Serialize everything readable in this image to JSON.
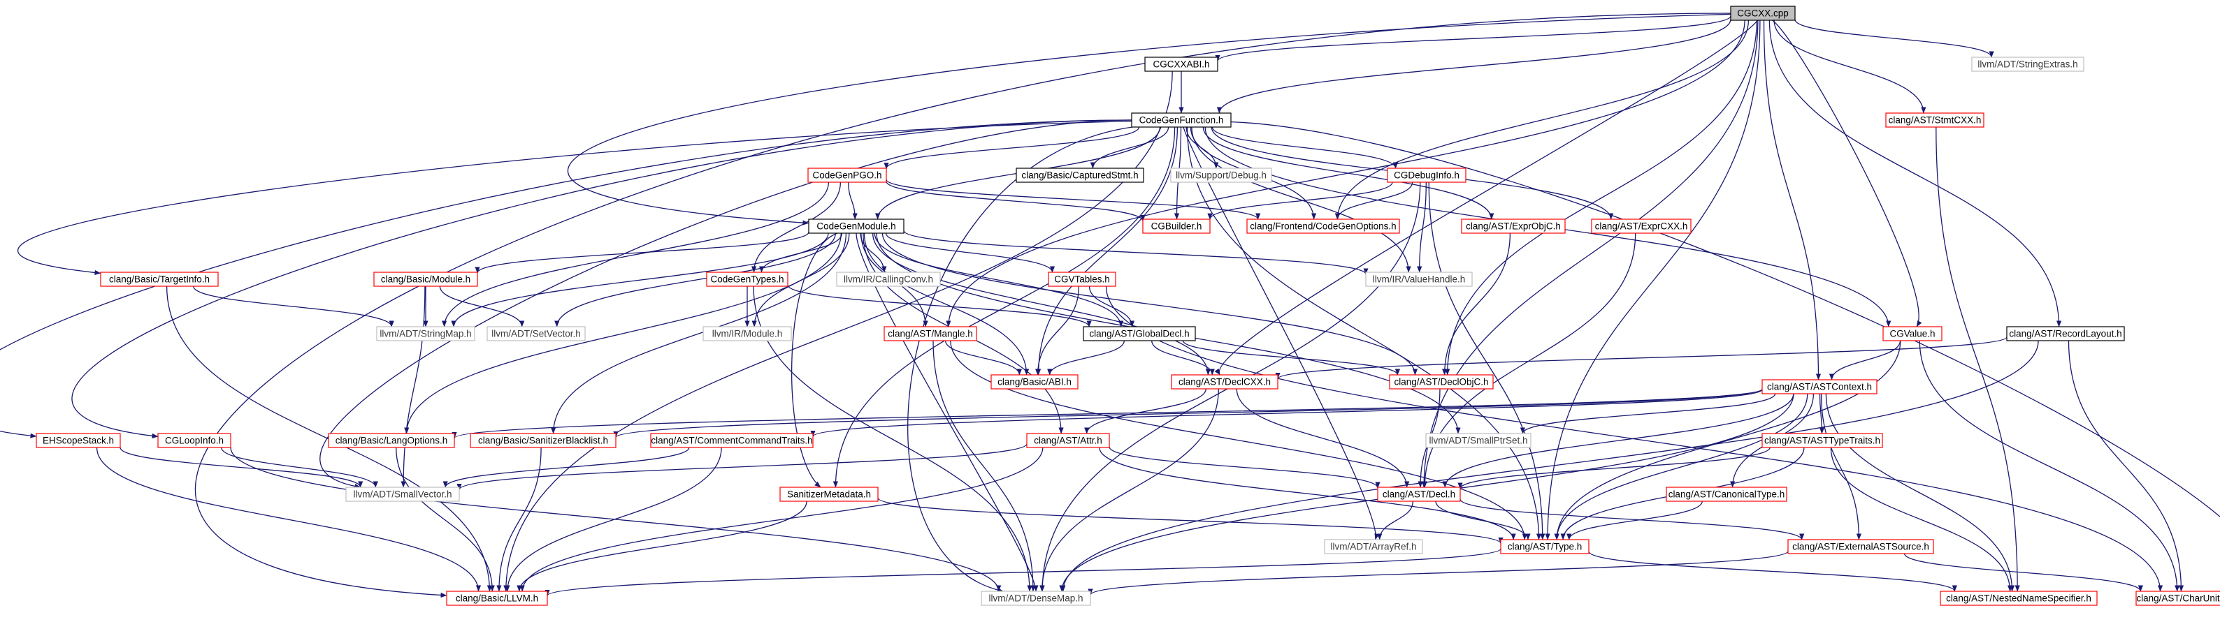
{
  "colors": {
    "edge": "#191970",
    "edge_undocumented": "#8c8c8c",
    "root_fill": "#bfbfbf",
    "border_documented": "#000000",
    "border_undocumented_file": "#ff0000",
    "border_external": "#bfbfbf"
  },
  "nodes": {
    "cgcxx": {
      "label": "CGCXX.cpp",
      "kind": "root"
    },
    "stringextras": {
      "label": "llvm/ADT/StringExtras.h",
      "kind": "external"
    },
    "cgcxxabi": {
      "label": "CGCXXABI.h",
      "kind": "documented"
    },
    "stmtcxx": {
      "label": "clang/AST/StmtCXX.h",
      "kind": "red"
    },
    "codegenfunction": {
      "label": "CodeGenFunction.h",
      "kind": "documented"
    },
    "codegenpgo": {
      "label": "CodeGenPGO.h",
      "kind": "red"
    },
    "capturedstmt": {
      "label": "clang/Basic/CapturedStmt.h",
      "kind": "documented"
    },
    "debug": {
      "label": "llvm/Support/Debug.h",
      "kind": "external"
    },
    "cgdebuginfo": {
      "label": "CGDebugInfo.h",
      "kind": "red"
    },
    "cgbuilder": {
      "label": "CGBuilder.h",
      "kind": "red"
    },
    "codegenoptions": {
      "label": "clang/Frontend/CodeGenOptions.h",
      "kind": "red"
    },
    "exprobjc": {
      "label": "clang/AST/ExprObjC.h",
      "kind": "red"
    },
    "exprcxx": {
      "label": "clang/AST/ExprCXX.h",
      "kind": "red"
    },
    "codegenmodule": {
      "label": "CodeGenModule.h",
      "kind": "documented"
    },
    "targetinfo": {
      "label": "clang/Basic/TargetInfo.h",
      "kind": "red"
    },
    "basicmodule": {
      "label": "clang/Basic/Module.h",
      "kind": "red"
    },
    "codegentypes": {
      "label": "CodeGenTypes.h",
      "kind": "red"
    },
    "callingconv": {
      "label": "llvm/IR/CallingConv.h",
      "kind": "external"
    },
    "cgvtables": {
      "label": "CGVTables.h",
      "kind": "red"
    },
    "valuehandle": {
      "label": "llvm/IR/ValueHandle.h",
      "kind": "external"
    },
    "cgvalue": {
      "label": "CGValue.h",
      "kind": "red"
    },
    "recordlayout": {
      "label": "clang/AST/RecordLayout.h",
      "kind": "documented"
    },
    "stringmap": {
      "label": "llvm/ADT/StringMap.h",
      "kind": "external"
    },
    "setvector": {
      "label": "llvm/ADT/SetVector.h",
      "kind": "external"
    },
    "irmodule": {
      "label": "llvm/IR/Module.h",
      "kind": "external"
    },
    "globaldecl": {
      "label": "clang/AST/GlobalDecl.h",
      "kind": "documented"
    },
    "mangle": {
      "label": "clang/AST/Mangle.h",
      "kind": "red"
    },
    "abi": {
      "label": "clang/Basic/ABI.h",
      "kind": "red"
    },
    "declcxx": {
      "label": "clang/AST/DeclCXX.h",
      "kind": "red"
    },
    "declobjc": {
      "label": "clang/AST/DeclObjC.h",
      "kind": "red"
    },
    "astcontext": {
      "label": "clang/AST/ASTContext.h",
      "kind": "red"
    },
    "ehscopestack": {
      "label": "EHScopeStack.h",
      "kind": "red"
    },
    "cglooinfo": {
      "label": "CGLoopInfo.h",
      "kind": "red"
    },
    "langoptions": {
      "label": "clang/Basic/LangOptions.h",
      "kind": "red"
    },
    "sanitizerblacklist": {
      "label": "clang/Basic/SanitizerBlacklist.h",
      "kind": "red"
    },
    "commentcommandtraits": {
      "label": "clang/AST/CommentCommandTraits.h",
      "kind": "red"
    },
    "attr": {
      "label": "clang/AST/Attr.h",
      "kind": "red"
    },
    "smallptrset": {
      "label": "llvm/ADT/SmallPtrSet.h",
      "kind": "external"
    },
    "asttypetraits": {
      "label": "clang/AST/ASTTypeTraits.h",
      "kind": "red"
    },
    "smallvector": {
      "label": "llvm/ADT/SmallVector.h",
      "kind": "external"
    },
    "decl": {
      "label": "clang/AST/Decl.h",
      "kind": "red"
    },
    "canonicaltype": {
      "label": "clang/AST/CanonicalType.h",
      "kind": "red"
    },
    "sanitizermetadata": {
      "label": "SanitizerMetadata.h",
      "kind": "red"
    },
    "arrayref": {
      "label": "llvm/ADT/ArrayRef.h",
      "kind": "external"
    },
    "type": {
      "label": "clang/AST/Type.h",
      "kind": "red"
    },
    "externalastsource": {
      "label": "clang/AST/ExternalASTSource.h",
      "kind": "red"
    },
    "llvm": {
      "label": "clang/Basic/LLVM.h",
      "kind": "red"
    },
    "densemap": {
      "label": "llvm/ADT/DenseMap.h",
      "kind": "external"
    },
    "nestednamespecifier": {
      "label": "clang/AST/NestedNameSpecifier.h",
      "kind": "red"
    },
    "charunits": {
      "label": "clang/AST/CharUnits.h",
      "kind": "red"
    }
  },
  "edges": [
    [
      "cgcxx",
      "stringextras"
    ],
    [
      "cgcxx",
      "cgcxxabi"
    ],
    [
      "cgcxx",
      "stmtcxx"
    ],
    [
      "cgcxx",
      "codegenfunction"
    ],
    [
      "cgcxx",
      "codegenmodule"
    ],
    [
      "cgcxx",
      "llvm"
    ],
    [
      "cgcxx",
      "codegenoptions"
    ],
    [
      "cgcxx",
      "mangle"
    ],
    [
      "cgcxx",
      "recordlayout"
    ],
    [
      "cgcxx",
      "declcxx"
    ],
    [
      "cgcxx",
      "declobjc"
    ],
    [
      "cgcxx",
      "astcontext"
    ],
    [
      "cgcxx",
      "decl"
    ],
    [
      "cgcxx",
      "type"
    ],
    [
      "cgcxx",
      "cgvalue"
    ],
    [
      "cgcxxabi",
      "codegenfunction"
    ],
    [
      "cgcxxabi",
      "llvm"
    ],
    [
      "stmtcxx",
      "nestednamespecifier"
    ],
    [
      "codegenfunction",
      "codegenpgo"
    ],
    [
      "codegenfunction",
      "capturedstmt"
    ],
    [
      "codegenfunction",
      "debug"
    ],
    [
      "codegenfunction",
      "cgdebuginfo"
    ],
    [
      "codegenfunction",
      "cgbuilder"
    ],
    [
      "codegenfunction",
      "codegenoptions"
    ],
    [
      "codegenfunction",
      "exprobjc"
    ],
    [
      "codegenfunction",
      "exprcxx"
    ],
    [
      "codegenfunction",
      "codegenmodule"
    ],
    [
      "codegenfunction",
      "targetinfo"
    ],
    [
      "codegenfunction",
      "ehscopestack"
    ],
    [
      "codegenfunction",
      "cglooinfo"
    ],
    [
      "codegenfunction",
      "smallvector"
    ],
    [
      "codegenfunction",
      "cgvalue"
    ],
    [
      "codegenfunction",
      "valuehandle"
    ],
    [
      "codegenfunction",
      "charunits"
    ],
    [
      "codegenfunction",
      "type"
    ],
    [
      "codegenfunction",
      "arrayref"
    ],
    [
      "codegenfunction",
      "densemap"
    ],
    [
      "codegenfunction",
      "abi"
    ],
    [
      "codegenfunction",
      "sanitizermetadata"
    ],
    [
      "codegenpgo",
      "codegenmodule"
    ],
    [
      "codegenpgo",
      "codegentypes"
    ],
    [
      "codegenpgo",
      "cgbuilder"
    ],
    [
      "codegenpgo",
      "codegenoptions"
    ],
    [
      "codegenpgo",
      "stringmap"
    ],
    [
      "cgdebuginfo",
      "cgbuilder"
    ],
    [
      "cgdebuginfo",
      "codegenoptions"
    ],
    [
      "cgdebuginfo",
      "valuehandle"
    ],
    [
      "cgdebuginfo",
      "type"
    ],
    [
      "cgdebuginfo",
      "densemap"
    ],
    [
      "exprobjc",
      "declobjc"
    ],
    [
      "exprcxx",
      "decl"
    ],
    [
      "codegenmodule",
      "basicmodule"
    ],
    [
      "codegenmodule",
      "codegentypes"
    ],
    [
      "codegenmodule",
      "callingconv"
    ],
    [
      "codegenmodule",
      "cgvtables"
    ],
    [
      "codegenmodule",
      "valuehandle"
    ],
    [
      "codegenmodule",
      "stringmap"
    ],
    [
      "codegenmodule",
      "setvector"
    ],
    [
      "codegenmodule",
      "irmodule"
    ],
    [
      "codegenmodule",
      "globaldecl"
    ],
    [
      "codegenmodule",
      "mangle"
    ],
    [
      "codegenmodule",
      "abi"
    ],
    [
      "codegenmodule",
      "declcxx"
    ],
    [
      "codegenmodule",
      "declobjc"
    ],
    [
      "codegenmodule",
      "langoptions"
    ],
    [
      "codegenmodule",
      "sanitizerblacklist"
    ],
    [
      "codegenmodule",
      "attr"
    ],
    [
      "codegenmodule",
      "smallptrset"
    ],
    [
      "codegenmodule",
      "sanitizermetadata"
    ],
    [
      "codegenmodule",
      "densemap"
    ],
    [
      "targetinfo",
      "stringmap"
    ],
    [
      "targetinfo",
      "llvm"
    ],
    [
      "basicmodule",
      "stringmap"
    ],
    [
      "basicmodule",
      "setvector"
    ],
    [
      "basicmodule",
      "smallvector"
    ],
    [
      "codegentypes",
      "irmodule"
    ],
    [
      "codegentypes",
      "globaldecl"
    ],
    [
      "codegentypes",
      "densemap"
    ],
    [
      "cgvtables",
      "globaldecl"
    ],
    [
      "cgvtables",
      "abi"
    ],
    [
      "cgvtables",
      "charunits"
    ],
    [
      "cgvalue",
      "astcontext"
    ],
    [
      "cgvalue",
      "type"
    ],
    [
      "cgvalue",
      "charunits"
    ],
    [
      "recordlayout",
      "declcxx"
    ],
    [
      "recordlayout",
      "charunits"
    ],
    [
      "recordlayout",
      "densemap"
    ],
    [
      "globaldecl",
      "declcxx"
    ],
    [
      "globaldecl",
      "declobjc"
    ],
    [
      "globaldecl",
      "abi"
    ],
    [
      "mangle",
      "abi"
    ],
    [
      "mangle",
      "type"
    ],
    [
      "mangle",
      "densemap"
    ],
    [
      "declcxx",
      "attr"
    ],
    [
      "declcxx",
      "decl"
    ],
    [
      "declcxx",
      "densemap"
    ],
    [
      "declobjc",
      "decl"
    ],
    [
      "astcontext",
      "langoptions"
    ],
    [
      "astcontext",
      "sanitizerblacklist"
    ],
    [
      "astcontext",
      "commentcommandtraits"
    ],
    [
      "astcontext",
      "smallptrset"
    ],
    [
      "astcontext",
      "asttypetraits"
    ],
    [
      "astcontext",
      "decl"
    ],
    [
      "astcontext",
      "canonicaltype"
    ],
    [
      "astcontext",
      "type"
    ],
    [
      "astcontext",
      "externalastsource"
    ],
    [
      "astcontext",
      "nestednamespecifier"
    ],
    [
      "astcontext",
      "densemap"
    ],
    [
      "ehscopestack",
      "smallvector"
    ],
    [
      "ehscopestack",
      "llvm"
    ],
    [
      "cglooinfo",
      "smallvector"
    ],
    [
      "cglooinfo",
      "densemap"
    ],
    [
      "langoptions",
      "llvm"
    ],
    [
      "sanitizerblacklist",
      "llvm"
    ],
    [
      "commentcommandtraits",
      "smallvector"
    ],
    [
      "commentcommandtraits",
      "llvm"
    ],
    [
      "attr",
      "smallvector"
    ],
    [
      "attr",
      "llvm"
    ],
    [
      "attr",
      "decl"
    ],
    [
      "attr",
      "type"
    ],
    [
      "asttypetraits",
      "decl"
    ],
    [
      "asttypetraits",
      "type"
    ],
    [
      "asttypetraits",
      "nestednamespecifier"
    ],
    [
      "decl",
      "arrayref"
    ],
    [
      "decl",
      "type"
    ],
    [
      "decl",
      "externalastsource"
    ],
    [
      "canonicaltype",
      "type"
    ],
    [
      "sanitizermetadata",
      "type"
    ],
    [
      "sanitizermetadata",
      "llvm"
    ],
    [
      "type",
      "llvm"
    ],
    [
      "type",
      "nestednamespecifier"
    ],
    [
      "externalastsource",
      "densemap"
    ],
    [
      "externalastsource",
      "charunits"
    ]
  ]
}
